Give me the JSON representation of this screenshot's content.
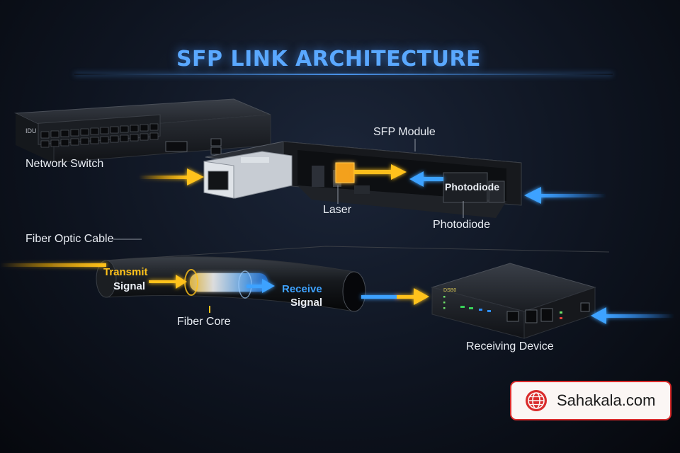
{
  "diagram": {
    "title": "SFP LINK ARCHITECTURE",
    "labels": {
      "network_switch": "Network Switch",
      "sfp_module": "SFP Module",
      "laser": "Laser",
      "photodiode_inner": "Photodiode",
      "photodiode_outer": "Photodiode",
      "fiber_optic_cable": "Fiber Optic Cable",
      "transmit": "Transmit",
      "signal_tx": "Signal",
      "receive": "Receive",
      "signal_rx": "Signal",
      "fiber_core": "Fiber Core",
      "receiving_device": "Receiving Device",
      "switch_brand": "IDU",
      "device_brand": "DSB0"
    },
    "colors": {
      "transmit": "#ffc21a",
      "receive": "#3ea2ff",
      "title": "#5aa8ff"
    }
  },
  "watermark": {
    "text": "Sahakala.com",
    "icon": "globe-icon",
    "border_color": "#d92b2b"
  }
}
